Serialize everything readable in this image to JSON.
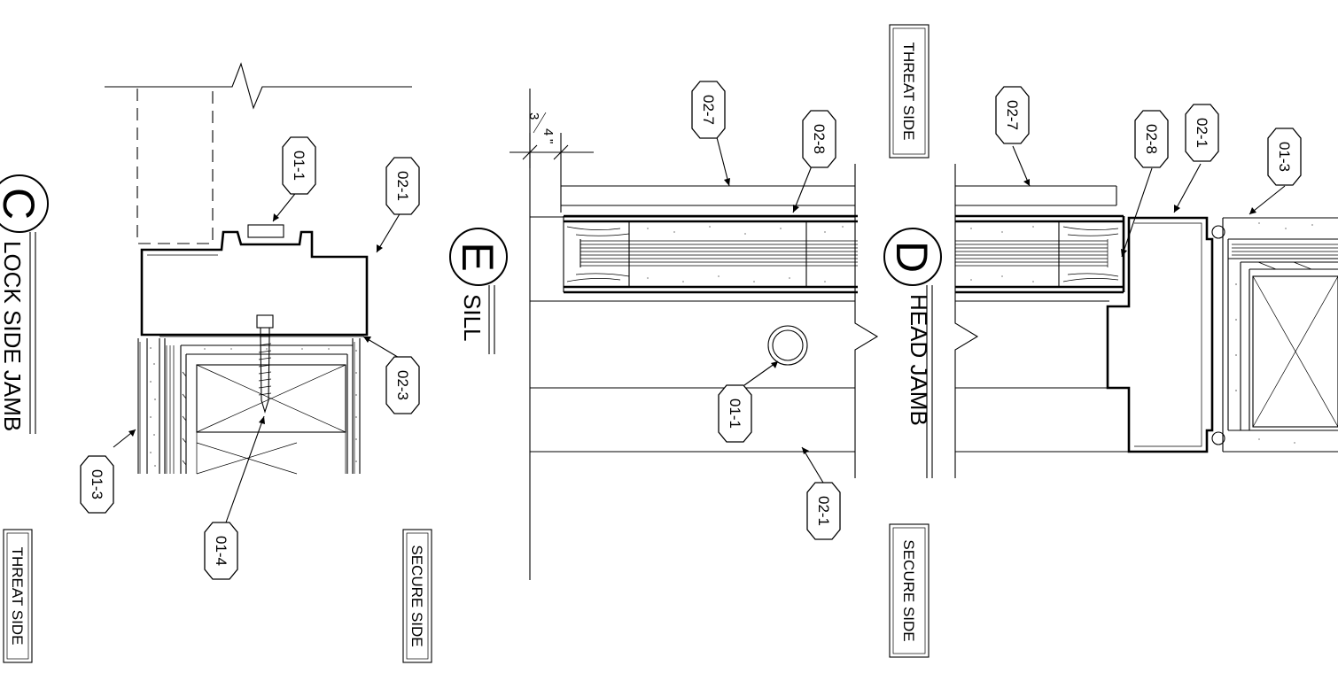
{
  "details": {
    "C": {
      "letter": "C",
      "title": "LOCK SIDE JAMB"
    },
    "D": {
      "letter": "D",
      "title": "HEAD JAMB"
    },
    "E": {
      "letter": "E",
      "title": "SILL"
    }
  },
  "side_labels": {
    "threat_side": "THREAT SIDE",
    "secure_side": "SECURE SIDE"
  },
  "dimension": {
    "num": "3",
    "den": "4",
    "unit": "\""
  },
  "keynotes": {
    "k01_1": "01-1",
    "k01_3": "01-3",
    "k01_4": "01-4",
    "k02_1": "02-1",
    "k02_3": "02-3",
    "k02_7": "02-7",
    "k02_8": "02-8"
  }
}
